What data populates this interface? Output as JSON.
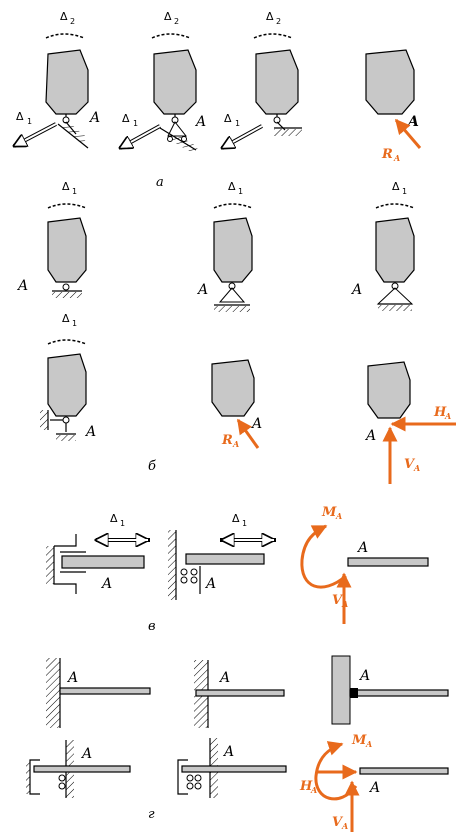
{
  "colors": {
    "body": "#c8c8c8",
    "outline": "#000000",
    "reaction": "#e86a1c",
    "hatch": "#000000"
  },
  "symbols": {
    "delta": "Δ",
    "sub1": "1",
    "sub2": "2"
  },
  "labels": {
    "point": "A",
    "reaction_R": "R",
    "sub_A": "A",
    "H": "H",
    "V": "V",
    "M": "M"
  },
  "captions": {
    "a": "а",
    "b": "б",
    "v": "в",
    "g": "г"
  }
}
